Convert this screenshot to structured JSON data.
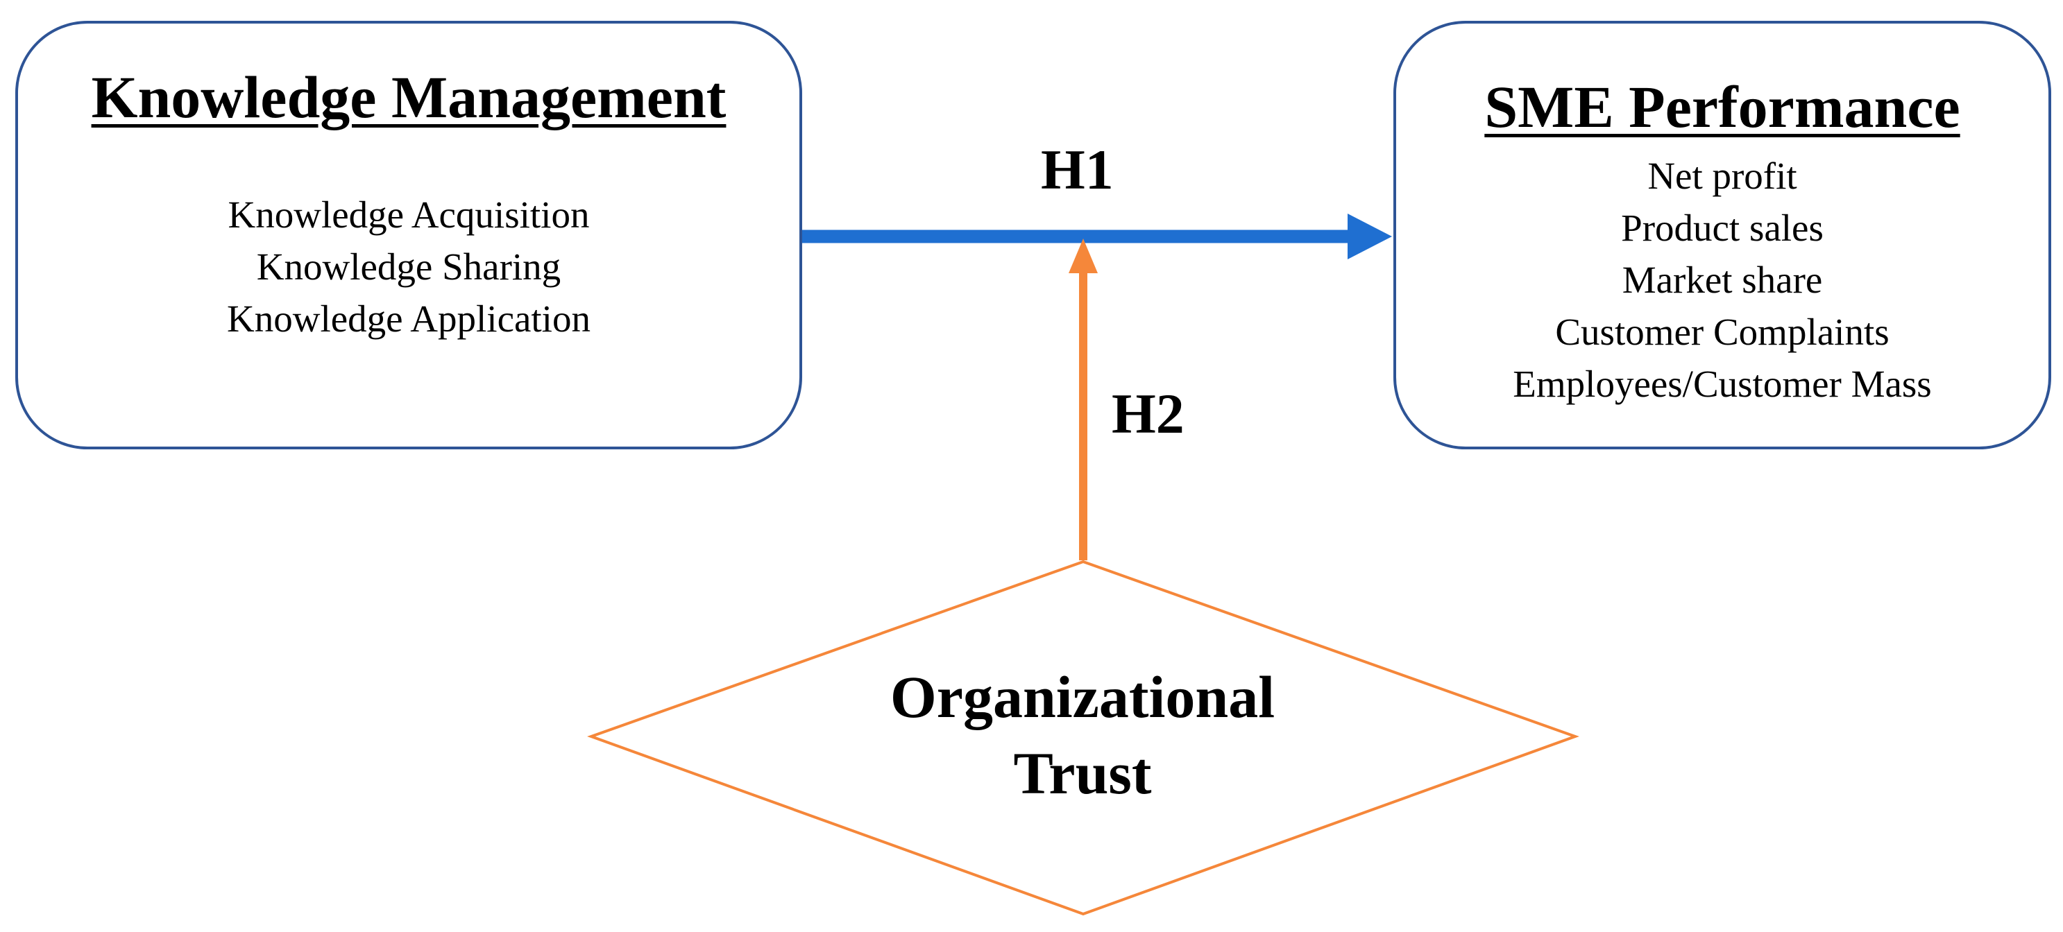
{
  "knowledge_management": {
    "title": "Knowledge Management",
    "items": [
      "Knowledge Acquisition",
      "Knowledge Sharing",
      "Knowledge Application"
    ]
  },
  "sme_performance": {
    "title": "SME Performance",
    "items": [
      "Net profit",
      "Product sales",
      "Market share",
      "Customer Complaints",
      "Employees/Customer Mass"
    ]
  },
  "hypotheses": {
    "h1": "H1",
    "h2": "H2"
  },
  "moderator": {
    "line1": "Organizational",
    "line2": "Trust"
  },
  "colors": {
    "box_border": "#2e5496",
    "h1_arrow": "#1f6fd1",
    "h2_arrow": "#f5873a",
    "diamond_border": "#f5873a"
  }
}
